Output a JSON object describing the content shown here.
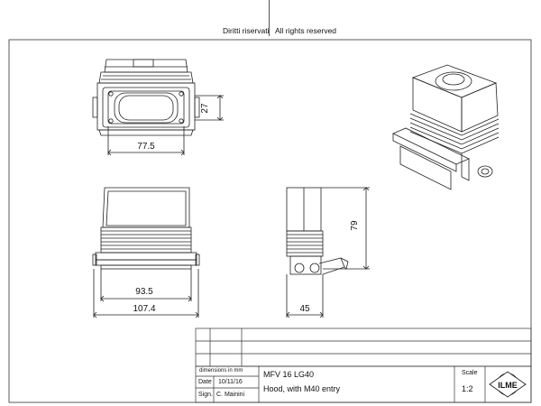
{
  "header": {
    "rights_it": "Diritti riservati",
    "rights_en": "All rights reserved"
  },
  "dimensions": {
    "front_height": "27",
    "front_width": "77.5",
    "side_inner_width": "93.5",
    "side_outer_width": "107.4",
    "end_height": "79",
    "end_depth": "45"
  },
  "title_block": {
    "units_note": "dimensions in mm",
    "date_label": "Date",
    "date_value": "10/11/16",
    "sign_label": "Sign.",
    "sign_value": "C. Mainini",
    "part_code": "MFV 16 LG40",
    "part_description": "Hood, with M40 entry",
    "scale_label": "Scale",
    "scale_value": "1:2",
    "logo_text": "ILME"
  },
  "colors": {
    "line": "#222222",
    "frame": "#333333"
  }
}
